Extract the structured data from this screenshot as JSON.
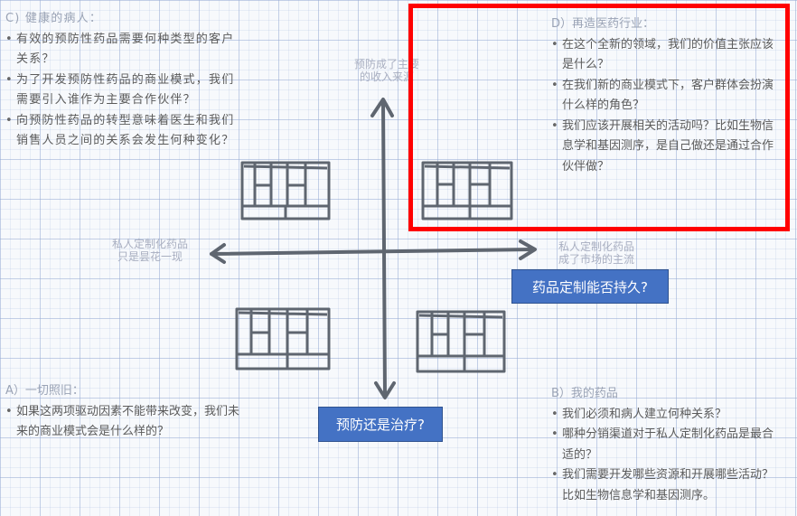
{
  "quadrants": {
    "c": {
      "title": "C) 健康的病人：",
      "items": [
        "有效的预防性药品需要何种类型的客户关系？",
        "为了开发预防性药品的商业模式，我们需要引入谁作为主要合作伙伴？",
        "向预防性药品的转型意味着医生和我们销售人员之间的关系会发生何种变化？"
      ]
    },
    "d": {
      "title": "D）再造医药行业：",
      "items": [
        "在这个全新的领域，我们的价值主张应该是什么？",
        "在我们新的商业模式下，客户群体会扮演什么样的角色？",
        "我们应该开展相关的活动吗？比如生物信息学和基因测序，是自己做还是通过合作伙伴做？"
      ]
    },
    "a": {
      "title": "A）一切照旧：",
      "items": [
        "如果这两项驱动因素不能带来改变，我们未来的商业模式会是什么样的？"
      ]
    },
    "b": {
      "title": "B）我的药品",
      "items": [
        "我们必须和病人建立何种关系？",
        "哪种分销渠道对于私人定制化药品是最合适的？",
        "我们需要开发哪些资源和开展哪些活动？比如生物信息学和基因测序。"
      ]
    }
  },
  "axes": {
    "top": [
      "预防成了主要",
      "的收入来源"
    ],
    "left": [
      "私人定制化药品",
      "只是昙花一现"
    ],
    "right": [
      "私人定制化药品",
      "成了市场的主流"
    ]
  },
  "callouts": {
    "horizontal": "药品定制能否持久?",
    "vertical": "预防还是治疗?"
  },
  "colors": {
    "callout_bg": "#4472c4",
    "highlight_border": "#ff0000",
    "sketch": "#5f6670"
  }
}
